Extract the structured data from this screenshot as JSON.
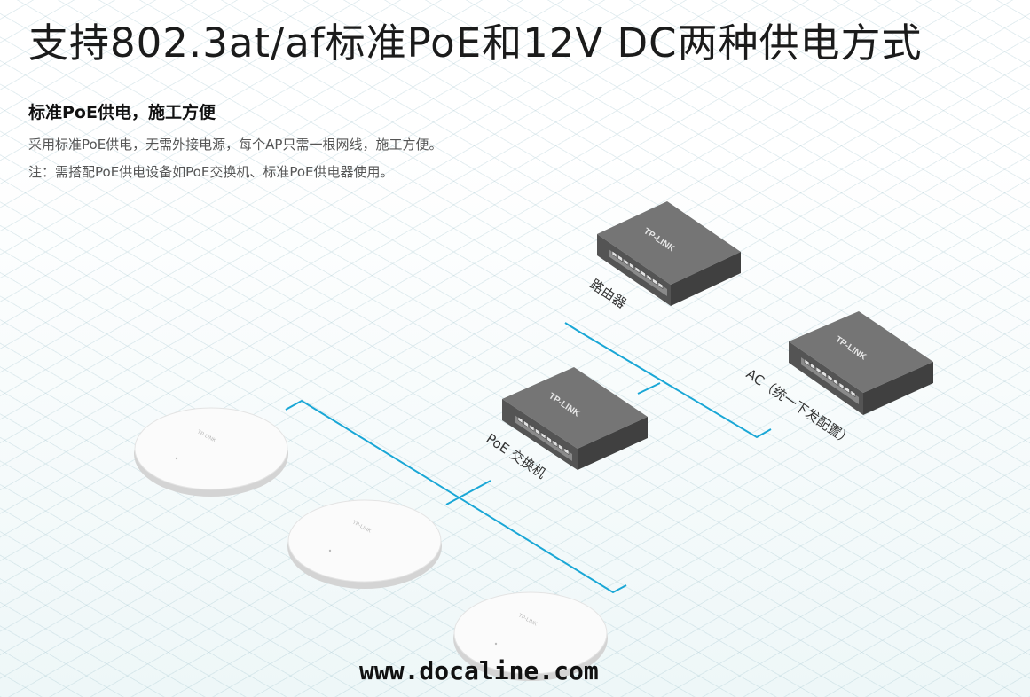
{
  "headline": "支持802.3at/af标准PoE和12V DC两种供电方式",
  "section": {
    "title": "标准PoE供电，施工方便",
    "description": "采用标准PoE供电，无需外接电源，每个AP只需一根网线，施工方便。",
    "note": "注：需搭配PoE供电设备如PoE交换机、标准PoE供电器使用。"
  },
  "diagram": {
    "device_brand": "TP-LINK",
    "router_label": "路由器",
    "ac_label": "AC（统一下发配置）",
    "switch_label": "PoE 交换机",
    "ap_count": 3,
    "link_color": "#1aa7d6",
    "device_color": "#6e6e6e"
  },
  "watermark": "www.docaline.com"
}
